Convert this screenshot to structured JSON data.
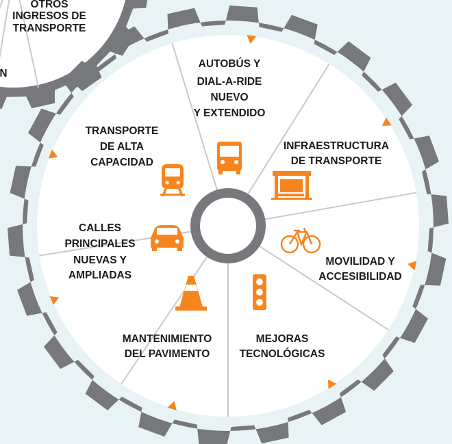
{
  "colors": {
    "gear": "#77787b",
    "accent": "#f7851f",
    "background": "#e8f3f5",
    "text": "#1b1b1b",
    "spoke": "#c9c9c9"
  },
  "small_gear": {
    "label_lines": [
      "OTROS",
      "INGRESOS DE",
      "TRANSPORTE"
    ],
    "partial_label": "N"
  },
  "segments": [
    {
      "id": "bus",
      "lines": [
        "AUTOBÚS Y",
        "DIAL-A-RIDE",
        "NUEVO",
        "Y EXTENDIDO"
      ],
      "icon": "bus-icon"
    },
    {
      "id": "infra",
      "lines": [
        "INFRAESTRUCTURA",
        "DE TRANSPORTE"
      ],
      "icon": "bus-shelter-icon"
    },
    {
      "id": "movilidad",
      "lines": [
        "MOVILIDAD Y",
        "ACCESIBILIDAD"
      ],
      "icon": "bicycle-icon"
    },
    {
      "id": "tecnologia",
      "lines": [
        "MEJORAS",
        "TECNOLÓGICAS"
      ],
      "icon": "traffic-light-icon"
    },
    {
      "id": "pavimento",
      "lines": [
        "MANTENIMIENTO",
        "DEL PAVIMENTO"
      ],
      "icon": "traffic-cone-icon"
    },
    {
      "id": "calles",
      "lines": [
        "CALLES",
        "PRINCIPALES",
        "NUEVAS Y",
        "AMPLIADAS"
      ],
      "icon": "car-icon"
    },
    {
      "id": "alta",
      "lines": [
        "TRANSPORTE",
        "DE ALTA",
        "CAPACIDAD"
      ],
      "icon": "train-icon"
    }
  ]
}
